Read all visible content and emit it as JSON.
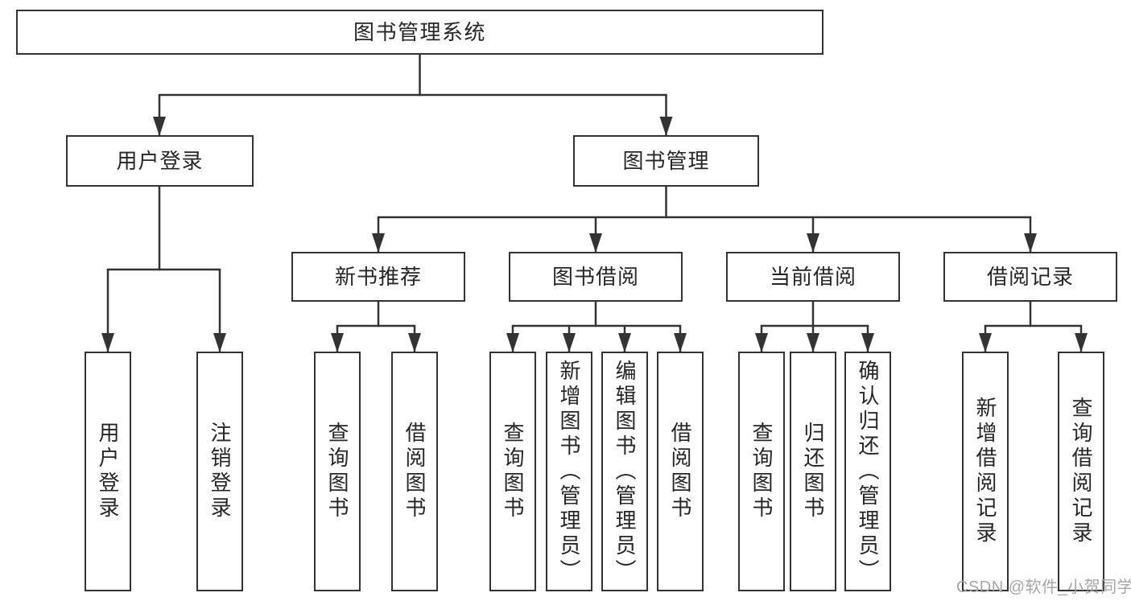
{
  "page": {
    "background": "#ffffff",
    "watermark": {
      "text": "CSDN @软件_小贺同学",
      "color": "#a6a6a6"
    }
  },
  "diagram": {
    "colors": {
      "line": "#333333",
      "text": "#262626",
      "box_bg": "#ffffff"
    },
    "root": {
      "label": "图书管理系统"
    },
    "level2": [
      {
        "id": "user-login",
        "label": "用户登录",
        "parent": "图书管理系统"
      },
      {
        "id": "book-management",
        "label": "图书管理",
        "parent": "图书管理系统"
      }
    ],
    "level3": [
      {
        "id": "new-book-recommend",
        "label": "新书推荐",
        "parent": "图书管理"
      },
      {
        "id": "book-borrowing",
        "label": "图书借阅",
        "parent": "图书管理"
      },
      {
        "id": "current-borrowing",
        "label": "当前借阅",
        "parent": "图书管理"
      },
      {
        "id": "borrowing-records",
        "label": "借阅记录",
        "parent": "图书管理"
      }
    ],
    "leaves": [
      {
        "id": "user-login-leaf",
        "label": "用户登录",
        "parent": "用户登录"
      },
      {
        "id": "logout",
        "label": "注销登录",
        "parent": "用户登录"
      },
      {
        "id": "query-books-1",
        "label": "查询图书",
        "parent": "新书推荐"
      },
      {
        "id": "borrow-books-1",
        "label": "借阅图书",
        "parent": "新书推荐"
      },
      {
        "id": "query-books-2",
        "label": "查询图书",
        "parent": "图书借阅"
      },
      {
        "id": "add-books-admin",
        "label": "新增图书（管理员）",
        "parent": "图书借阅"
      },
      {
        "id": "edit-books-admin",
        "label": "编辑图书（管理员）",
        "parent": "图书借阅"
      },
      {
        "id": "borrow-books-2",
        "label": "借阅图书",
        "parent": "图书借阅"
      },
      {
        "id": "query-books-3",
        "label": "查询图书",
        "parent": "当前借阅"
      },
      {
        "id": "return-books",
        "label": "归还图书",
        "parent": "当前借阅"
      },
      {
        "id": "confirm-return-admin",
        "label": "确认归还（管理员）",
        "parent": "当前借阅"
      },
      {
        "id": "add-borrow-record",
        "label": "新增借阅记录",
        "parent": "借阅记录"
      },
      {
        "id": "query-borrow-record",
        "label": "查询借阅记录",
        "parent": "借阅记录"
      }
    ]
  }
}
